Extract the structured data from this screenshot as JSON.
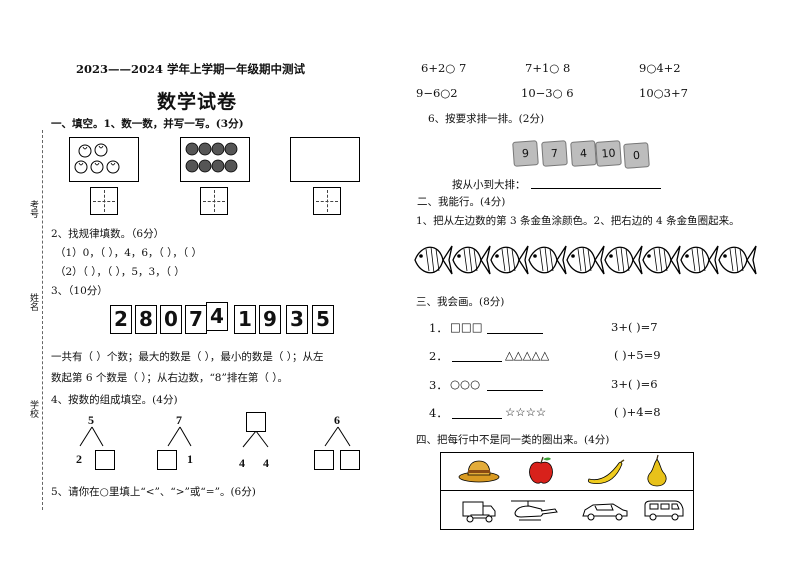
{
  "header": {
    "exam_title": "2023——2024 学年上学期一年级期中测试",
    "main_title": "数学试卷"
  },
  "side_labels": {
    "exam_no": "考号",
    "name": "姓名",
    "school": "学校"
  },
  "q1": {
    "heading": "一、填空。1、数一数，并写一写。(3分)",
    "q2_title": "2、找规律填数。（6分）",
    "q2_row1": "（1）0，（   ），4，6，（   ），（    ）",
    "q2_row2": "（2）（    ），（    ），5，3，（   ）",
    "q3_title": "3、（10分）",
    "digits": [
      "2",
      "8",
      "0",
      "7",
      "4",
      "1",
      "9",
      "3",
      "5"
    ],
    "q3_text1": "一共有（     ）个数；最大的数是（    ），最小的数是（    ）；从左",
    "q3_text2": "数起第 6 个数是（     ）；从右边数，“8”排在第（     ）。",
    "q4_title": "4、按数的组成填空。(4分)",
    "trees": [
      {
        "top": "5",
        "left": "2",
        "right": ""
      },
      {
        "top": "7",
        "left": "",
        "right": "1"
      },
      {
        "top": "",
        "left": "4",
        "right": "4"
      },
      {
        "top": "6",
        "left": "",
        "right": ""
      }
    ],
    "q5_title": "5、请你在○里填上“<”、“>”或“=”。(6分)"
  },
  "compare": {
    "row1": [
      "6+2○ 7",
      "7+1○ 8",
      "9○4+2"
    ],
    "row2": [
      "9−6○2",
      "10−3○ 6",
      "10○3+7"
    ]
  },
  "q6": {
    "title": "6、按要求排一排。(2分)",
    "cards": [
      "9",
      "7",
      "4",
      "10",
      "0"
    ],
    "order_label": "按从小到大排："
  },
  "part2": {
    "title": "二、我能行。(4分)",
    "instruction": "1、把从左边数的第 3 条金鱼涂颜色。2、把右边的 4 条金鱼圈起来。"
  },
  "part3": {
    "title": "三、我会画。(8分)",
    "rows": [
      {
        "num": "1．",
        "left": "□□□",
        "eq": "3+(    )=7"
      },
      {
        "num": "2．",
        "left": "△△△△△",
        "eq": "(    )+5=9"
      },
      {
        "num": "3．",
        "left": "○○○",
        "eq": "3+(    )=6"
      },
      {
        "num": "4．",
        "left": "☆☆☆☆",
        "eq": "(    )+4=8"
      }
    ]
  },
  "part4": {
    "title": "四、把每行中不是同一类的圈出来。(4分)"
  },
  "colors": {
    "apple": "#d8211b",
    "banana": "#f0cc1e",
    "pear": "#e8c21a",
    "hat": "#d99a22",
    "card": "#bdbdbd"
  }
}
